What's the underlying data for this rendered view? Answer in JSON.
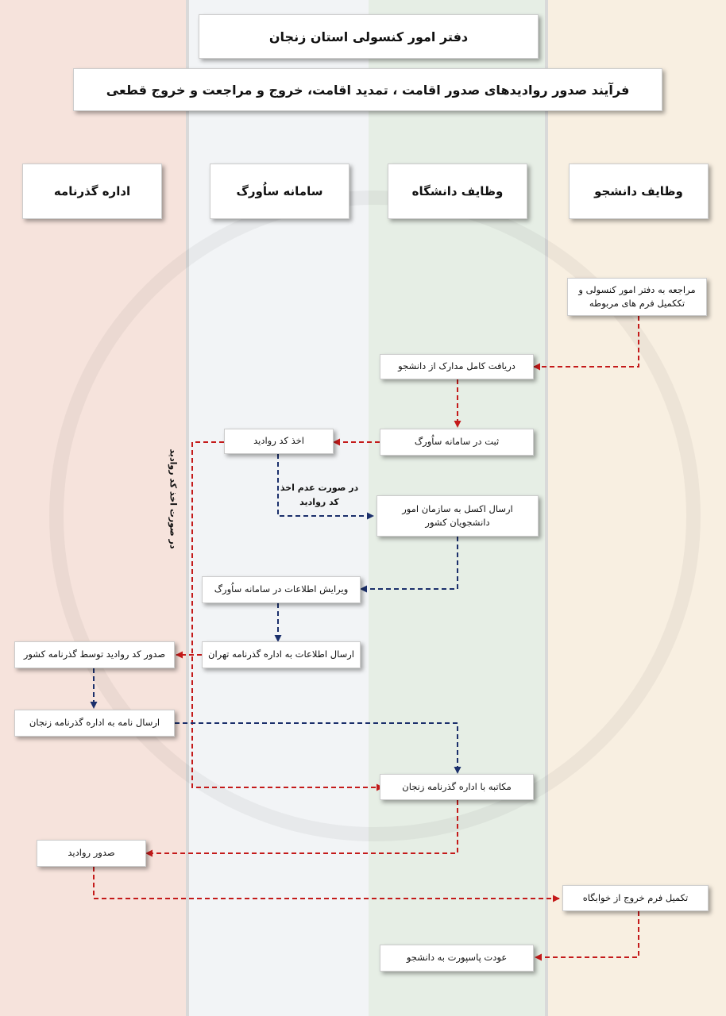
{
  "colors": {
    "lane_passport": "#f6e3dc",
    "lane_saorg": "#f2f4f6",
    "lane_university": "#e6eee5",
    "lane_student": "#f8efe1",
    "arrow_red": "#c41a1a",
    "arrow_blue": "#1b2f6b"
  },
  "title": "دفتر امور کنسولی استان زنجان",
  "subtitle": "فرآیند صدور روادیدهای صدور اقامت ، تمدید اقامت، خروج و مراجعت و خروج قطعی",
  "lanes": {
    "passport": "اداره گذرنامه",
    "saorg": "سامانه ساُورگ",
    "university": "وظایف دانشگاه",
    "student": "وظایف دانشجو"
  },
  "steps": {
    "s1": "مراجعه به دفتر امور کنسولی و تککمیل فرم های مربوطه",
    "s2": "دریافت کامل مدارک از دانشجو",
    "s3": "ثبت در سامانه ساُورگ",
    "s4": "اخذ کد روادید",
    "s5": "ارسال اکسل به سازمان امور دانشجویان کشور",
    "s6": "ویرایش اطلاعات در سامانه ساُورگ",
    "s7": "ارسال اطلاعات به اداره گذرنامه تهران",
    "s8": "صدور کد روادید توسط گذرنامه کشور",
    "s9": "ارسال نامه به اداره گذرنامه زنجان",
    "s10": "مکاتبه با اداره گذرنامه زنجان",
    "s11": "صدور روادید",
    "s12": "تکمیل فرم خروج از خوابگاه",
    "s13": "عودت پاسپورت به دانشجو"
  },
  "labels": {
    "no_code": "در صورت عدم اخذ کد روادید",
    "with_code": "در صورت اخذ کد روادید"
  }
}
